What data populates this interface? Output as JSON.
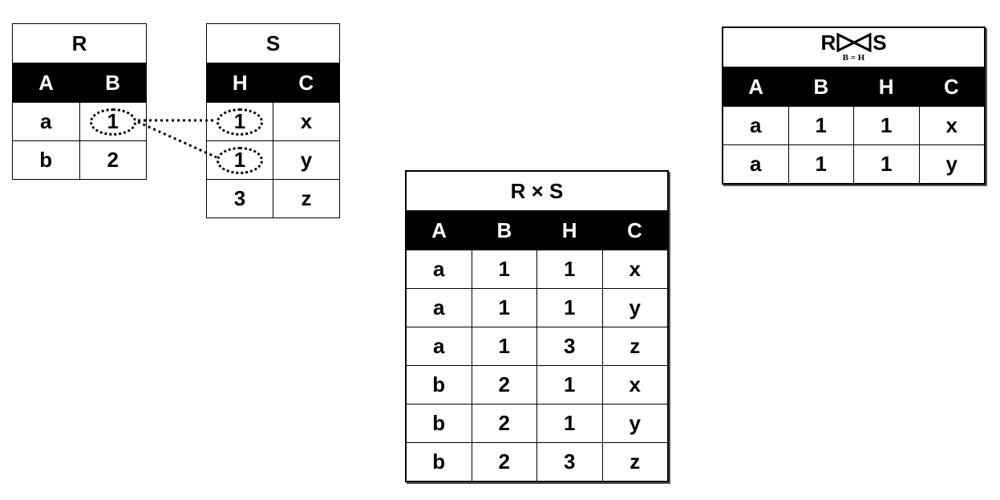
{
  "R": {
    "title": "R",
    "headers": [
      "A",
      "B"
    ],
    "rows": [
      [
        "a",
        "1"
      ],
      [
        "b",
        "2"
      ]
    ]
  },
  "S": {
    "title": "S",
    "headers": [
      "H",
      "C"
    ],
    "rows": [
      [
        "1",
        "x"
      ],
      [
        "1",
        "y"
      ],
      [
        "3",
        "z"
      ]
    ]
  },
  "product": {
    "title": "R × S",
    "headers": [
      "A",
      "B",
      "H",
      "C"
    ],
    "rows": [
      [
        "a",
        "1",
        "1",
        "x"
      ],
      [
        "a",
        "1",
        "1",
        "y"
      ],
      [
        "a",
        "1",
        "3",
        "z"
      ],
      [
        "b",
        "2",
        "1",
        "x"
      ],
      [
        "b",
        "2",
        "1",
        "y"
      ],
      [
        "b",
        "2",
        "3",
        "z"
      ]
    ]
  },
  "join": {
    "left": "R",
    "right": "S",
    "condition": "B = H",
    "headers": [
      "A",
      "B",
      "H",
      "C"
    ],
    "rows": [
      [
        "a",
        "1",
        "1",
        "x"
      ],
      [
        "a",
        "1",
        "1",
        "y"
      ]
    ]
  }
}
